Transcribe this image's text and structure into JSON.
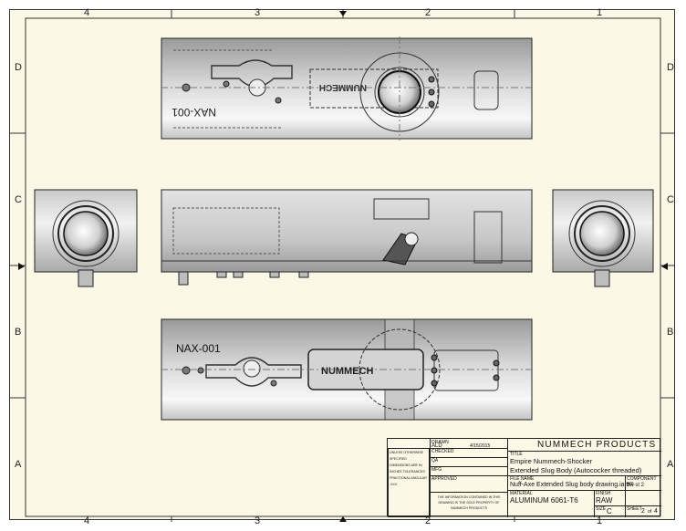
{
  "zones": {
    "columns": [
      "4",
      "3",
      "2",
      "1"
    ],
    "rows": [
      "D",
      "C",
      "B",
      "A"
    ]
  },
  "part_marks": {
    "top_view_mark": "NAX-001",
    "top_view_logo": "NUMMECH",
    "bottom_view_mark": "NAX-001",
    "bottom_view_logo": "NUMMECH"
  },
  "title_block": {
    "company": "NUMMECH PRODUCTS",
    "drawn_label": "DRAWN",
    "drawn_by": "ALD",
    "drawn_date": "4/15/2015",
    "checked_label": "CHECKED",
    "qa_label": "QA",
    "mfg_label": "MFG",
    "approved_label": "APPROVED",
    "title_label": "TITLE",
    "title_line1": "Empire Nummech-Shocker",
    "title_line2": "Extended Slug Body (Autococker threaded)",
    "file_label": "FILE NAME",
    "file_name": "Nuff-Axe Extended Slug body drawing.iam",
    "component_label": "COMPONENT NO.",
    "component_no": "dw st 2",
    "material_label": "MATERIAL",
    "material": "ALUMINUM 6061-T6",
    "finish_label": "FINISH",
    "finish": "RAW",
    "size_label": "SIZE",
    "size": "C",
    "sheet_label": "SHEET",
    "sheet_no": "2",
    "of_label": "of",
    "sheet_total": "4",
    "tolerance_notes": "UNLESS OTHERWISE SPECIFIED DIMENSIONS ARE IN INCHES TOLERANCES FRACTIONAL ANGULAR .XXX",
    "proprietary_notice": "THE INFORMATION CONTAINED IN THIS DRAWING IS THE SOLE PROPERTY OF NUMMECH PRODUCTS"
  },
  "colors": {
    "paper": "#fbf8e6",
    "line": "#222222"
  }
}
